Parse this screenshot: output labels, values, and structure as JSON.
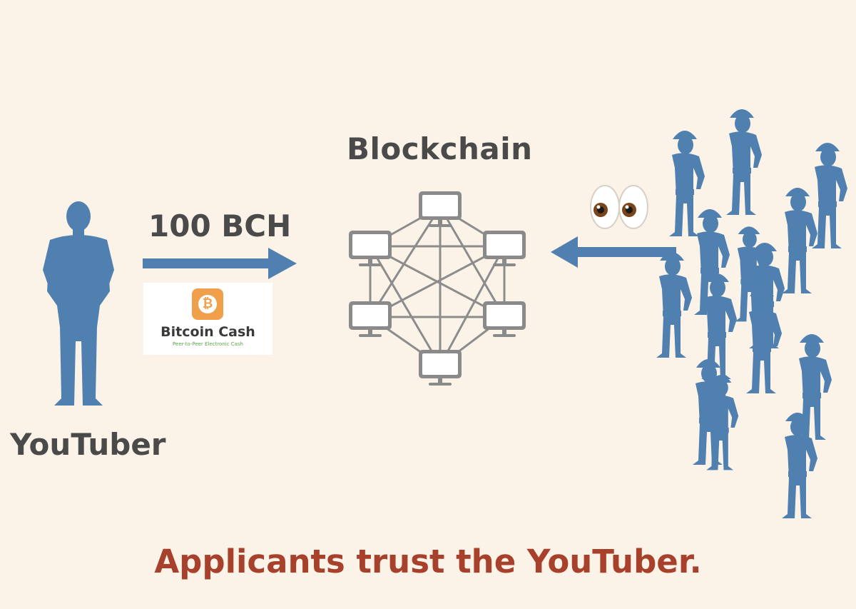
{
  "title": "Blockchain",
  "amount": "100 BCH",
  "sender": "YouTuber",
  "caption": "Applicants trust the YouTuber.",
  "logo": {
    "name": "Bitcoin Cash",
    "tagline": "Peer-to-Peer Electronic Cash",
    "symbol": "₿"
  },
  "icons": {
    "person": "person-silhouette-icon",
    "worker": "worker-silhouette-icon",
    "computer": "monitor-icon",
    "eyes": "eyes-emoji-icon",
    "arrow": "arrow-icon"
  },
  "colors": {
    "background": "#fbf3e8",
    "figure": "#4f80b0",
    "arrow": "#4f80b0",
    "heading": "#4a4a4a",
    "caption": "#a8412b",
    "network": "#888888",
    "logo_orange": "#f0a04b",
    "logo_green": "#5ba84a"
  },
  "crowd_count": 14
}
